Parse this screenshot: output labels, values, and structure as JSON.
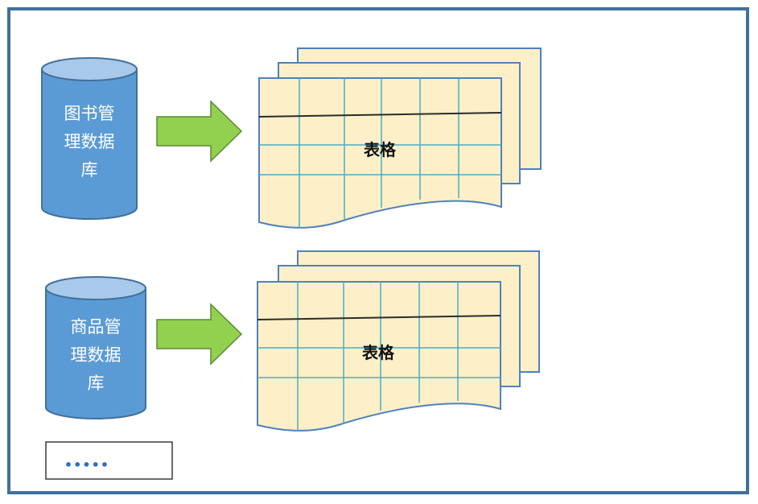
{
  "diagram": {
    "rows": [
      {
        "database": {
          "lines": [
            "图书管",
            "理数据",
            "库"
          ]
        },
        "table": {
          "label": "表格"
        }
      },
      {
        "database": {
          "lines": [
            "商品管",
            "理数据",
            "库"
          ]
        },
        "table": {
          "label": "表格"
        }
      }
    ],
    "more": {
      "label": "•••••"
    }
  },
  "colors": {
    "frame": "#41709c",
    "cylinder_body": "#5b9bd5",
    "cylinder_top": "#a9c9ea",
    "cylinder_stroke": "#41719c",
    "arrow_fill": "#92d050",
    "arrow_stroke": "#5b8a32",
    "sheet_fill": "#fdf0c8",
    "sheet_stroke": "#4f81bd",
    "grid": "#4bacc6",
    "header_line": "#2b2b2b"
  }
}
